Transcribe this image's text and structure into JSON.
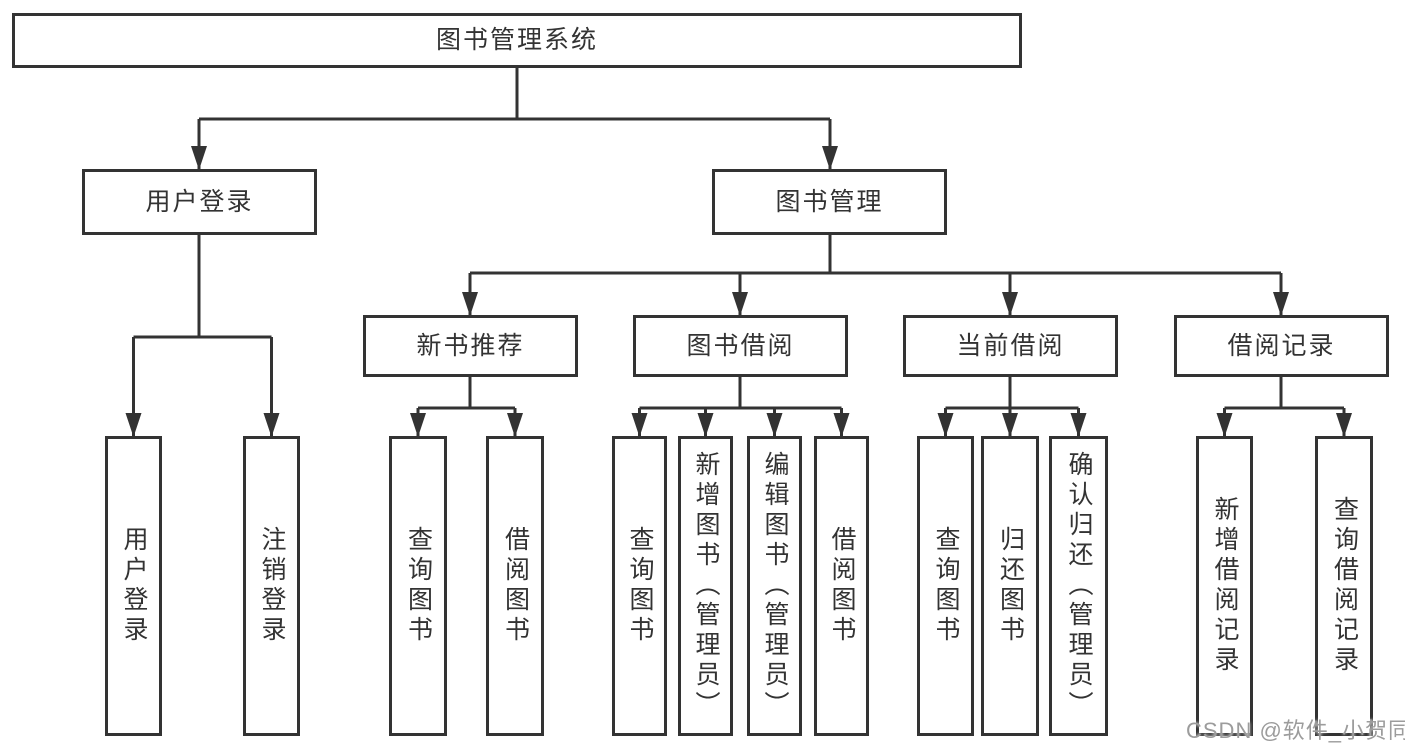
{
  "nodes": {
    "root": {
      "label": "图书管理系统"
    },
    "user_login": {
      "label": "用户登录"
    },
    "book_management": {
      "label": "图书管理"
    },
    "new_book_recommend": {
      "label": "新书推荐"
    },
    "book_borrow": {
      "label": "图书借阅"
    },
    "current_borrow": {
      "label": "当前借阅"
    },
    "borrow_records": {
      "label": "借阅记录"
    },
    "leaf_user_login": {
      "label": "用户登录"
    },
    "leaf_logout": {
      "label": "注销登录"
    },
    "leaf_nb_query_book": {
      "label": "查询图书"
    },
    "leaf_nb_borrow_book": {
      "label": "借阅图书"
    },
    "leaf_bb_query_book": {
      "label": "查询图书"
    },
    "leaf_bb_add_book": {
      "label": "新增图书（管理员）"
    },
    "leaf_bb_edit_book": {
      "label": "编辑图书（管理员）"
    },
    "leaf_bb_borrow_book": {
      "label": "借阅图书"
    },
    "leaf_cb_query_book": {
      "label": "查询图书"
    },
    "leaf_cb_return_book": {
      "label": "归还图书"
    },
    "leaf_cb_confirm_return": {
      "label": "确认归还（管理员）"
    },
    "leaf_br_add_record": {
      "label": "新增借阅记录"
    },
    "leaf_br_query_record": {
      "label": "查询借阅记录"
    }
  },
  "watermark": {
    "text": "CSDN @软件_小贺同学"
  },
  "colors": {
    "line": "#333333",
    "box_border": "#333333",
    "text": "#333333",
    "watermark": "#9c9c9c",
    "background": "#ffffff"
  }
}
